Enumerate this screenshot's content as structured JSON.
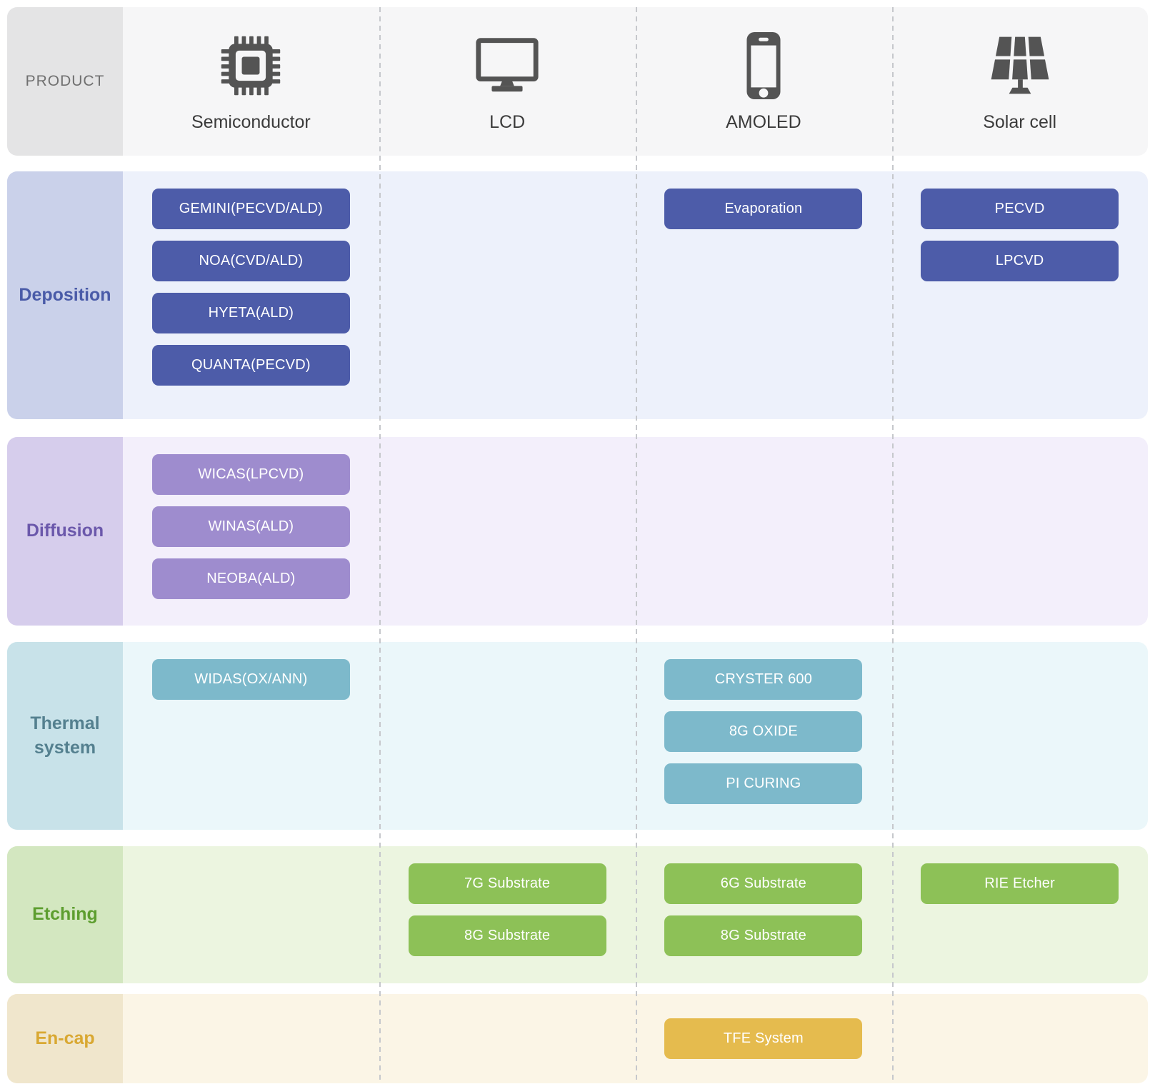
{
  "header": {
    "product_label": "PRODUCT",
    "colors": {
      "header_bg": "#f6f6f7",
      "product_cell_bg": "#e4e4e5",
      "icon_color": "#545454",
      "label_text": "#3b3b3b"
    },
    "columns": [
      {
        "label": "Semiconductor",
        "icon": "chip-icon"
      },
      {
        "label": "LCD",
        "icon": "monitor-icon"
      },
      {
        "label": "AMOLED",
        "icon": "smartphone-icon"
      },
      {
        "label": "Solar cell",
        "icon": "solar-panel-icon"
      }
    ]
  },
  "rows": [
    {
      "id": "deposition",
      "label": "Deposition",
      "colors": {
        "row_bg": "#edf1fb",
        "label_bg": "#cad1ea",
        "label_text": "#4a5ba8",
        "chip_bg": "#4d5ca9"
      },
      "cells": {
        "semiconductor": [
          "GEMINI(PECVD/ALD)",
          "NOA(CVD/ALD)",
          "HYETA(ALD)",
          "QUANTA(PECVD)"
        ],
        "lcd": [],
        "amoled": [
          "Evaporation"
        ],
        "solar_cell": [
          "PECVD",
          "LPCVD"
        ]
      }
    },
    {
      "id": "diffusion",
      "label": "Diffusion",
      "colors": {
        "row_bg": "#f3effb",
        "label_bg": "#d6cdec",
        "label_text": "#6b58ab",
        "chip_bg": "#9e8cce"
      },
      "cells": {
        "semiconductor": [
          "WICAS(LPCVD)",
          "WINAS(ALD)",
          "NEOBA(ALD)"
        ],
        "lcd": [],
        "amoled": [],
        "solar_cell": []
      }
    },
    {
      "id": "thermal-system",
      "label": "Thermal system",
      "colors": {
        "row_bg": "#ebf7fa",
        "label_bg": "#c8e2e9",
        "label_text": "#54808f",
        "chip_bg": "#7db9cb"
      },
      "cells": {
        "semiconductor": [
          "WIDAS(OX/ANN)"
        ],
        "lcd": [],
        "amoled": [
          "CRYSTER 600",
          "8G OXIDE",
          "PI CURING"
        ],
        "solar_cell": []
      }
    },
    {
      "id": "etching",
      "label": "Etching",
      "colors": {
        "row_bg": "#ecf5e0",
        "label_bg": "#d3e7c0",
        "label_text": "#5d9e2f",
        "chip_bg": "#8dc157"
      },
      "cells": {
        "semiconductor": [],
        "lcd": [
          "7G Substrate",
          "8G Substrate"
        ],
        "amoled": [
          "6G Substrate",
          "8G Substrate"
        ],
        "solar_cell": [
          "RIE Etcher"
        ]
      }
    },
    {
      "id": "en-cap",
      "label": "En-cap",
      "colors": {
        "row_bg": "#fbf5e6",
        "label_bg": "#f0e6cc",
        "label_text": "#d9a832",
        "chip_bg": "#e5bb4e"
      },
      "cells": {
        "semiconductor": [],
        "lcd": [],
        "amoled": [
          "TFE System"
        ],
        "solar_cell": []
      }
    }
  ]
}
